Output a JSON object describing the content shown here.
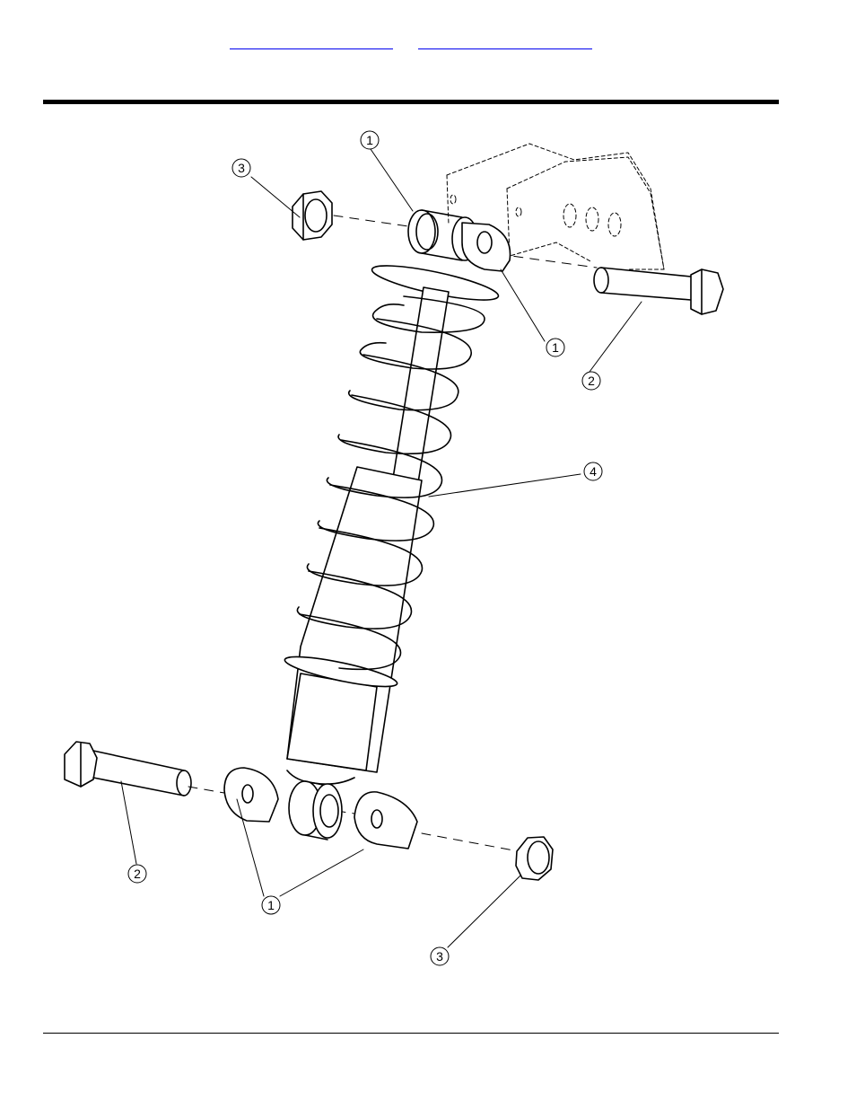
{
  "header": {
    "links": [
      {
        "id": "link-a",
        "label": ""
      },
      {
        "id": "link-b",
        "label": ""
      }
    ]
  },
  "callouts": {
    "top_bushing": "1",
    "top_nut": "3",
    "top_clevis": "1",
    "top_bolt": "2",
    "spring": "4",
    "bottom_bolt": "2",
    "bottom_clevis": "1",
    "bottom_nut": "3"
  }
}
